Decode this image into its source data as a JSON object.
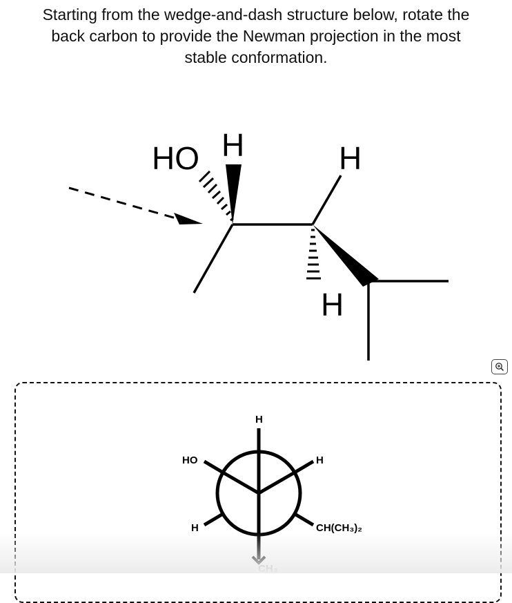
{
  "question": {
    "lines": [
      "Starting from the wedge-and-dash structure below, rotate the",
      "back carbon to provide the Newman projection in the most",
      "stable conformation."
    ]
  },
  "structure": {
    "labels": {
      "ho": "HO",
      "h_top_left": "H",
      "h_top_right": "H",
      "h_bottom": "H"
    }
  },
  "newman": {
    "labels": {
      "front_top": "H",
      "front_left": "HO",
      "back_right": "H",
      "back_left": "H",
      "back_bottom_right": "CH(CH₃)₂",
      "bottom": "CH₃"
    }
  },
  "zoom_icon": "magnify-plus-icon"
}
